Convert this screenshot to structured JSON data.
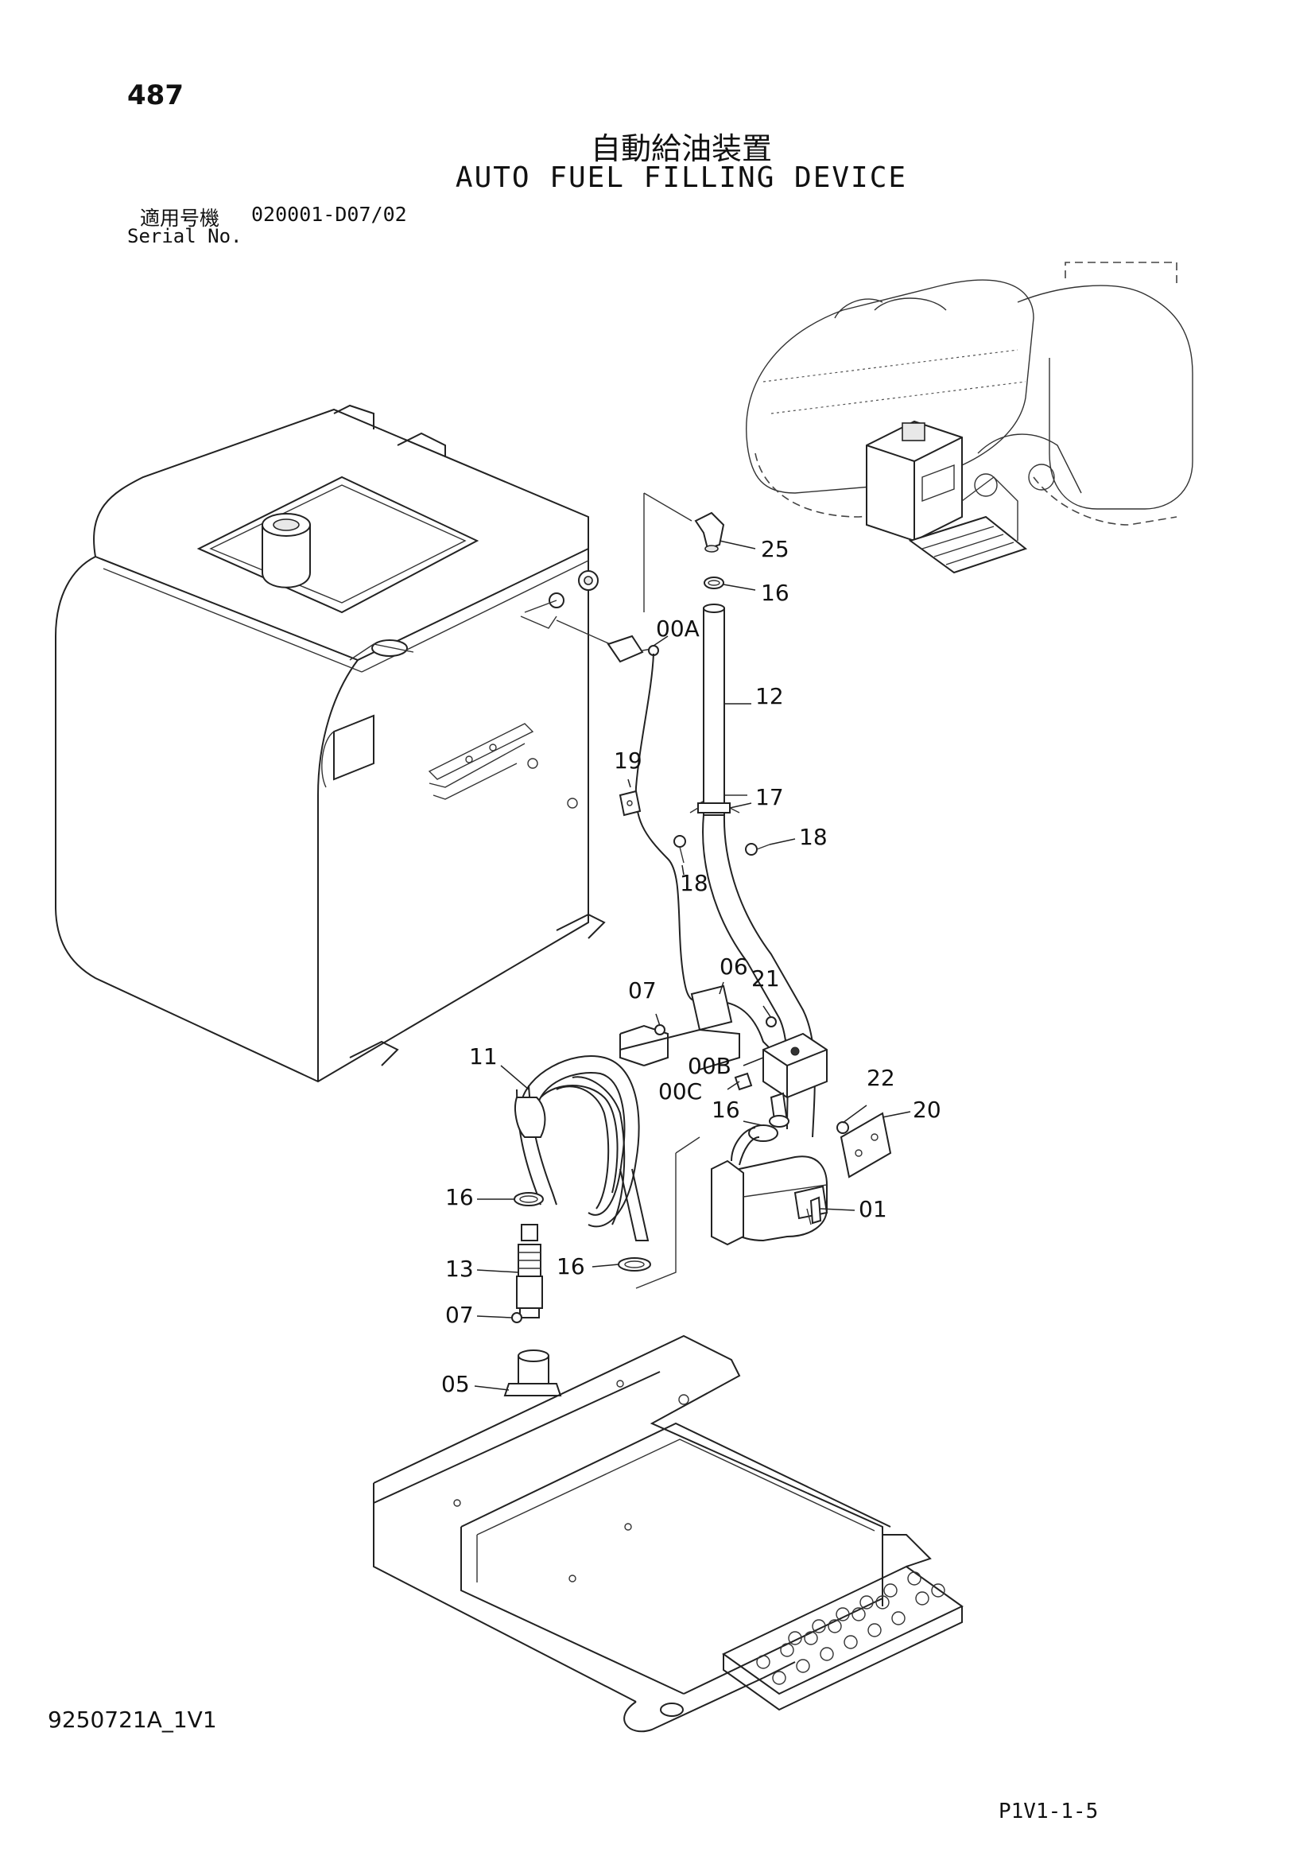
{
  "header": {
    "page_number": "487",
    "title_jp": "自動給油装置",
    "title_en": "AUTO FUEL FILLING DEVICE",
    "serial_label_jp": "適用号機",
    "serial_value": "020001-D07/02",
    "serial_label_en": "Serial No."
  },
  "footer": {
    "drawing_id": "9250721A_1V1",
    "page_code": "P1V1-1-5"
  },
  "callouts": {
    "c25": "25",
    "c16a": "16",
    "c00A": "00A",
    "c12": "12",
    "c19": "19",
    "c17": "17",
    "c18a": "18",
    "c18b": "18",
    "c07a": "07",
    "c06": "06",
    "c21": "21",
    "c11": "11",
    "c00B": "00B",
    "c00C": "00C",
    "c22": "22",
    "c20": "20",
    "c16b": "16",
    "c16c": "16",
    "c01": "01",
    "c13": "13",
    "c16d": "16",
    "c07b": "07",
    "c05": "05"
  }
}
